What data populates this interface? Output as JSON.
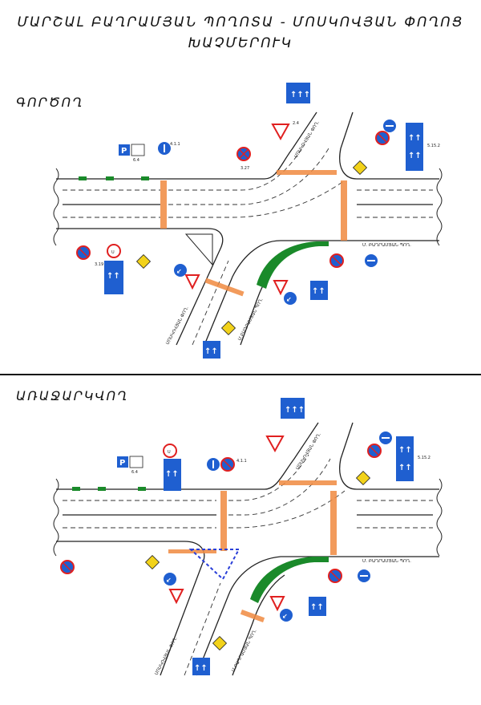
{
  "title": {
    "line1": "ՄԱՐՇԱԼ ԲԱՂՐԱՄՅԱՆ ՊՈՂՈՏԱ - ՄՈՍԿՈՎՅԱՆ ՓՈՂՈՑ",
    "line2": "ԽԱՉՄԵՐՈՒԿ"
  },
  "panels": [
    {
      "label": "ԳՈՐԾՈՂ",
      "streets": {
        "baghramyan": "Մ. ԲԱՂՐԱՄՅԱՆ ՊՈՂ.",
        "moskovyan_lower": "ՄՈՍԿՈՎՅԱՆ ՓՈՂ.",
        "baghramyan_lower": "Մ.ԲԱՂՐԱՄՅԱՆ ՊՈՂ.",
        "moskovyan_upper": "ՄՈՍԿՈՎՅԱՆ ՓՈՂ."
      },
      "sign_codes": [
        "6.4",
        "8.6.1",
        "4.1.1",
        "3.27",
        "2.4",
        "5.15.1",
        "3.19",
        "5.15.2",
        "2.1",
        "4.1.2",
        "3.27",
        "4.1.1",
        "5.15.1",
        "2.4",
        "4.1.2",
        "5.15.1",
        "2.1"
      ]
    },
    {
      "label": "ԱՌԱՋԱՐԿՎՈՂ",
      "streets": {
        "baghramyan": "Մ. ԲԱՂՐԱՄՅԱՆ ՊՈՂ.",
        "moskovyan_lower": "ՄՈՍԿՈՎՅԱՆ ՓՈՂ.",
        "baghramyan_lower": "Մ.ԲԱՂՐԱՄՅԱՆ ՊՈՂ.",
        "moskovyan_upper": "ՄՈՍԿՈՎՅԱՆ ՓՈՂ."
      },
      "sign_codes": [
        "6.4",
        "8.6.1",
        "3.19",
        "5.15.1",
        "4.1.1",
        "3.27",
        "2.4",
        "5.15.1",
        "2.1",
        "5.15.2",
        "2.1",
        "4.1.2",
        "3.27",
        "4.1.1",
        "2.4",
        "4.1.2",
        "5.15.1",
        "2.1"
      ]
    }
  ],
  "colors": {
    "line": "#222222",
    "crosswalk": "#f08a40",
    "sign_blue": "#1f5fd0",
    "sign_red": "#e02020",
    "island_green": "#1a8a2a",
    "proposed_outline": "#2a3fd8",
    "diamond_yellow": "#f2d21a"
  }
}
